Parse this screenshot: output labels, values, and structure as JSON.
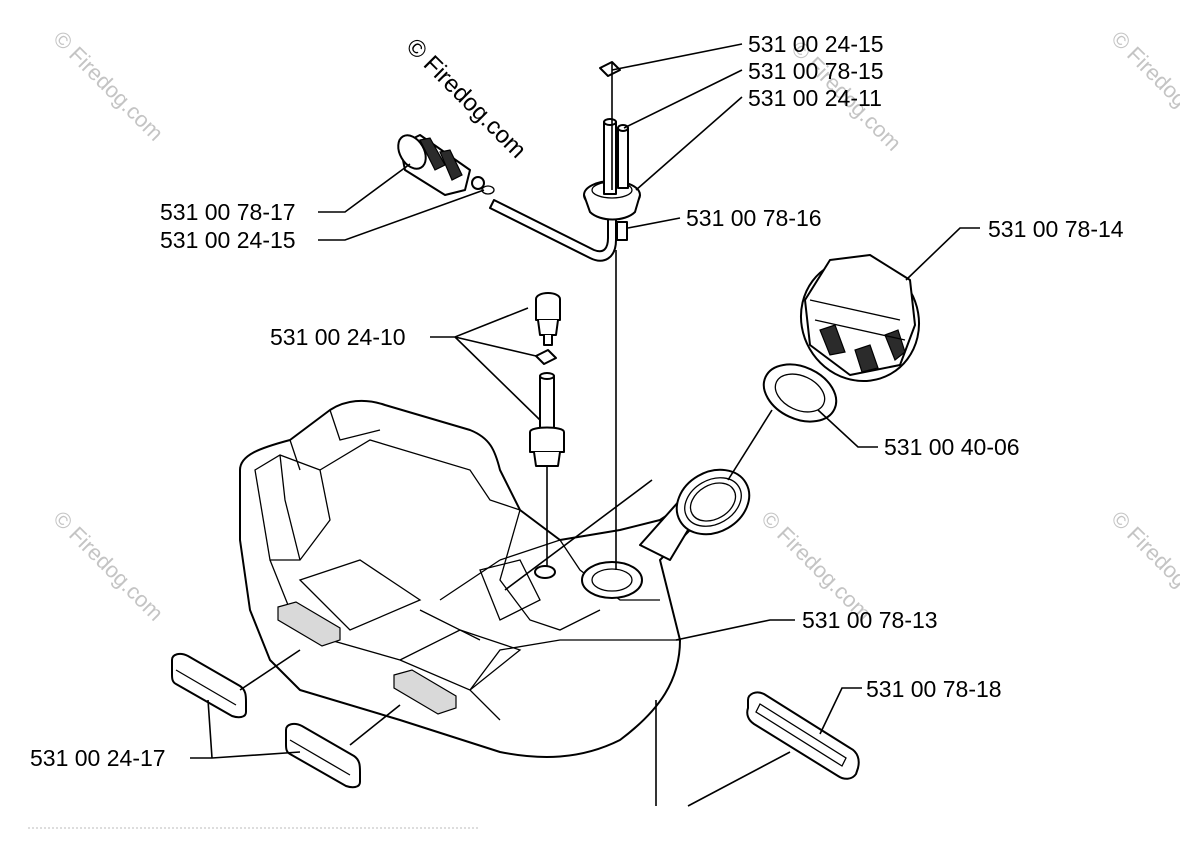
{
  "watermark": {
    "main": "© Firedog.com",
    "repeat": "© Firedog.com"
  },
  "part_labels": [
    {
      "id": "cap-vent-clip",
      "text": "531 00 24-15"
    },
    {
      "id": "vent-tube",
      "text": "531 00 78-15"
    },
    {
      "id": "grommet",
      "text": "531 00 24-11"
    },
    {
      "id": "filter",
      "text": "531 00 78-17"
    },
    {
      "id": "hose-clip",
      "text": "531 00 24-15"
    },
    {
      "id": "fuel-hose",
      "text": "531 00 78-16"
    },
    {
      "id": "fuel-cap",
      "text": "531 00 78-14"
    },
    {
      "id": "pickup-assembly",
      "text": "531 00 24-10"
    },
    {
      "id": "cap-gasket",
      "text": "531 00 40-06"
    },
    {
      "id": "fuel-tank",
      "text": "531 00 78-13"
    },
    {
      "id": "rubber-mount",
      "text": "531 00 78-18"
    },
    {
      "id": "damper-pads",
      "text": "531 00 24-17"
    }
  ]
}
